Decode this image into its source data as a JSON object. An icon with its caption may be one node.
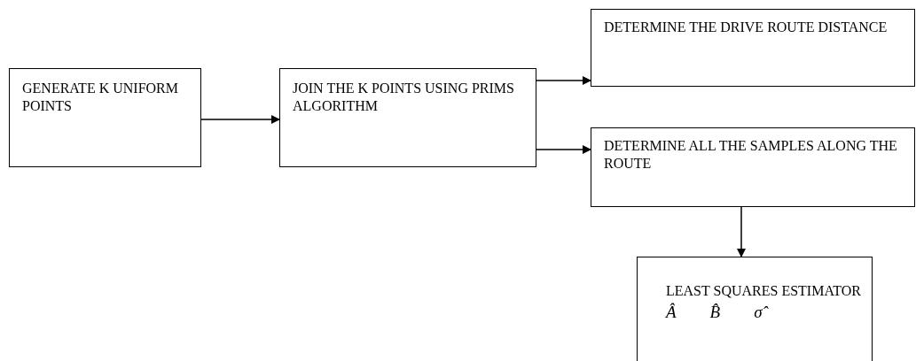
{
  "diagram": {
    "nodes": [
      {
        "text": [
          "GENERATE K UNIFORM POINTS"
        ]
      },
      {
        "text": [
          "JOIN THE K POINTS USING PRIMS ALGORITHM"
        ]
      },
      {
        "text": [
          "DETERMINE THE DRIVE ROUTE DISTANCE"
        ]
      },
      {
        "text": [
          "DETERMINE ALL THE SAMPLES ALONG THE ROUTE"
        ]
      },
      {
        "text": [
          "LEAST SQUARES ESTIMATOR",
          "Â",
          "B̂",
          "σ̂"
        ]
      }
    ],
    "edges": [
      {
        "from": 0,
        "to": 1,
        "arrow": "to"
      },
      {
        "from": 1,
        "to": 2,
        "arrow": "to"
      },
      {
        "from": 1,
        "to": 3,
        "arrow": "to"
      },
      {
        "from": 3,
        "to": 4,
        "arrow": "to"
      }
    ]
  }
}
